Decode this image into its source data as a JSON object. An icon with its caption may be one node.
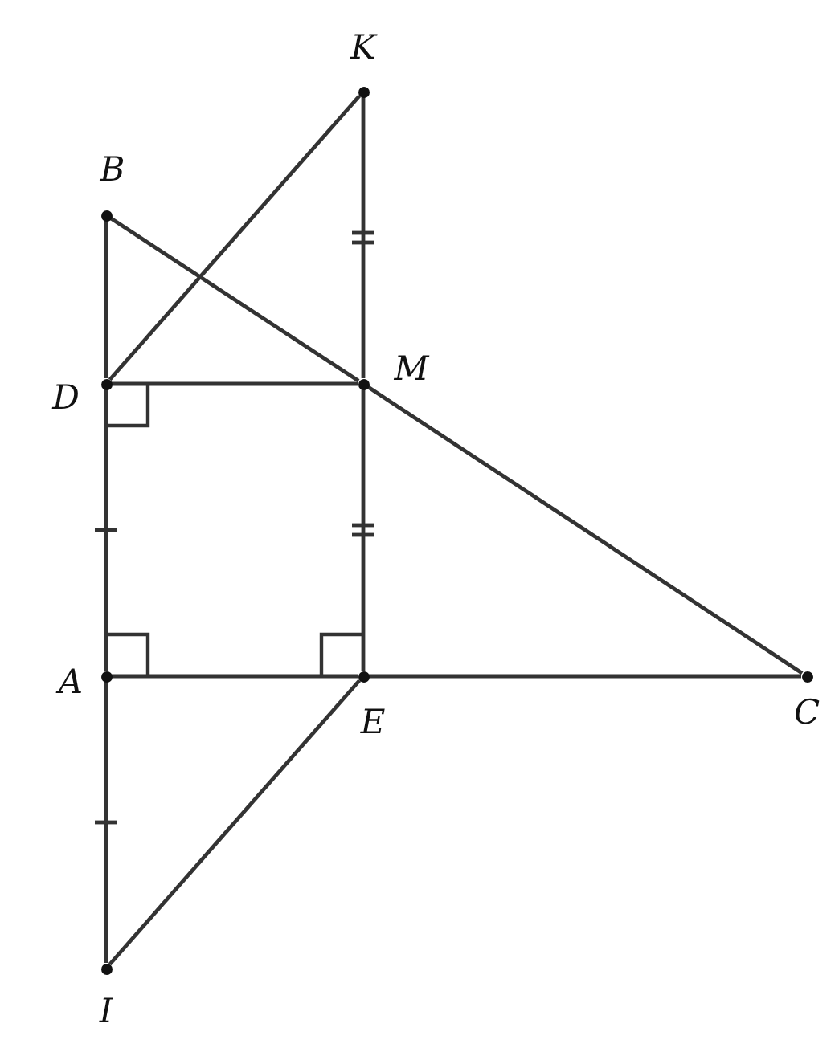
{
  "diagram": {
    "nodes": [
      {
        "text": [
          "K"
        ]
      },
      {
        "text": [
          "B"
        ]
      },
      {
        "text": [
          "D"
        ]
      },
      {
        "text": [
          "M"
        ]
      },
      {
        "text": [
          "A"
        ]
      },
      {
        "text": [
          "E"
        ]
      },
      {
        "text": [
          "C"
        ]
      },
      {
        "text": [
          "I"
        ]
      }
    ],
    "edges": [
      {
        "from": 1,
        "to": 2,
        "arrow": "none"
      },
      {
        "from": 2,
        "to": 4,
        "arrow": "none"
      },
      {
        "from": 4,
        "to": 7,
        "arrow": "none"
      },
      {
        "from": 1,
        "to": 3,
        "arrow": "none"
      },
      {
        "from": 3,
        "to": 6,
        "arrow": "none"
      },
      {
        "from": 0,
        "to": 2,
        "arrow": "none"
      },
      {
        "from": 0,
        "to": 3,
        "arrow": "none"
      },
      {
        "from": 3,
        "to": 5,
        "arrow": "none"
      },
      {
        "from": 2,
        "to": 3,
        "arrow": "none"
      },
      {
        "from": 4,
        "to": 5,
        "arrow": "none"
      },
      {
        "from": 5,
        "to": 6,
        "arrow": "none"
      },
      {
        "from": 5,
        "to": 7,
        "arrow": "none"
      }
    ]
  }
}
